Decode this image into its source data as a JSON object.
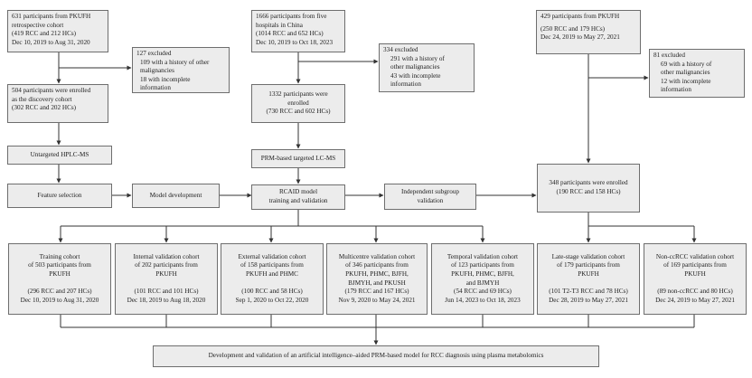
{
  "boxes": {
    "src1": [
      "631 participants from PKUFH",
      "retrospective cohort",
      "(419 RCC and 212 HCs)",
      "Dec 10, 2019 to Aug 31, 2020"
    ],
    "exc1": [
      "127 excluded",
      "109 with a history of other malignancies",
      "18 with incomplete",
      "information"
    ],
    "disc": [
      "504 participants were enrolled",
      "as the discovery cohort",
      "(302 RCC and 202 HCs)"
    ],
    "hplc": [
      "Untargeted HPLC-MS"
    ],
    "feat": [
      "Feature selection"
    ],
    "model": [
      "Model development"
    ],
    "src2": [
      "1666 participants from five",
      "hospitals in China",
      "(1014 RCC and 652 HCs)",
      "Dec 10, 2019 to Oct 18, 2023"
    ],
    "exc2": [
      "334 excluded",
      "291 with a history of",
      "other malignancies",
      "43 with incomplete",
      "information"
    ],
    "enr2": [
      "1332 participants were",
      "enrolled",
      "(730 RCC and 602 HCs)"
    ],
    "prm": [
      "PRM-based targeted LC-MS"
    ],
    "rcaid": [
      "RCAID model",
      "training and validation"
    ],
    "indep": [
      "Independent subgroup",
      "validation"
    ],
    "src3": [
      "429 participants from PKUFH",
      "(250 RCC and 179 HCs)",
      "Dec 24, 2019 to May 27, 2021"
    ],
    "exc3": [
      "81 excluded",
      "69 with a history of",
      "other malignancies",
      "12 with incomplete",
      "information"
    ],
    "enr3": [
      "348 participants were enrolled",
      "(190 RCC and 158 HCs)"
    ],
    "c1": [
      "Training cohort",
      "of 503 participants from",
      "PKUFH",
      "",
      "(296 RCC and 207 HCs)",
      "Dec 10, 2019 to Aug 31, 2020"
    ],
    "c2": [
      "Internal validation cohort",
      "of 202 participants from",
      "PKUFH",
      "",
      "(101 RCC and 101 HCs)",
      "Dec 18, 2019 to Aug 18, 2020"
    ],
    "c3": [
      "External validation cohort",
      "of 158 participants from",
      "PKUFH and PHMC",
      "",
      "(100 RCC and 58 HCs)",
      "Sep 1, 2020 to  Oct 22, 2020"
    ],
    "c4": [
      "Multicentre validation cohort",
      "of 346 participants from",
      "PKUFH, PHMC, BJFH,",
      "BJMYH, and PKUSH",
      "(179 RCC and 167 HCs)",
      "Nov 9, 2020 to May 24, 2021"
    ],
    "c5": [
      "Temporal validation cohort",
      "of 123 participants from",
      "PKUFH, PHMC, BJFH,",
      "and BJMYH",
      "(54 RCC and 69 HCs)",
      "Jun 14, 2023 to Oct 18, 2023"
    ],
    "c6": [
      "Late-stage validation cohort",
      "of 179 participants from",
      "PKUFH",
      "",
      "(101 T2-T3 RCC and 78 HCs)",
      "Dec 28, 2019 to May 27, 2021"
    ],
    "c7": [
      "Non-ccRCC validation cohort",
      "of 169 participants from",
      "PKUFH",
      "",
      "(89 non-ccRCC and 80 HCs)",
      "Dec 24, 2019 to May 27, 2021"
    ],
    "final": [
      "Development and validation of an artificial intelligence–aided PRM-based model for RCC diagnosis using plasma metabolomics"
    ]
  }
}
